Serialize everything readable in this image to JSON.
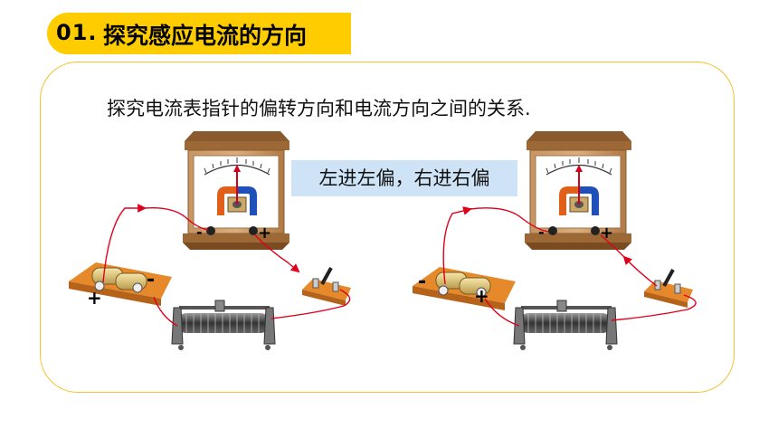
{
  "header": {
    "number": "01.",
    "title": "探究感应电流的方向"
  },
  "content": {
    "description": "探究电流表指针的偏转方向和电流方向之间的关系.",
    "note": "左进左偏，右进右偏"
  },
  "meter_left": {
    "minus": "-",
    "plus": "+"
  },
  "meter_right": {
    "minus": "-",
    "plus": "+"
  },
  "battery_left": {
    "plus": "+",
    "minus": "-"
  },
  "battery_right": {
    "minus": "-",
    "plus": "+"
  },
  "colors": {
    "accent": "#FFCC00",
    "border": "#F2C230",
    "note_bg": "#CFE3F7",
    "wire": "#E0001B",
    "wood": "#B4824C"
  }
}
